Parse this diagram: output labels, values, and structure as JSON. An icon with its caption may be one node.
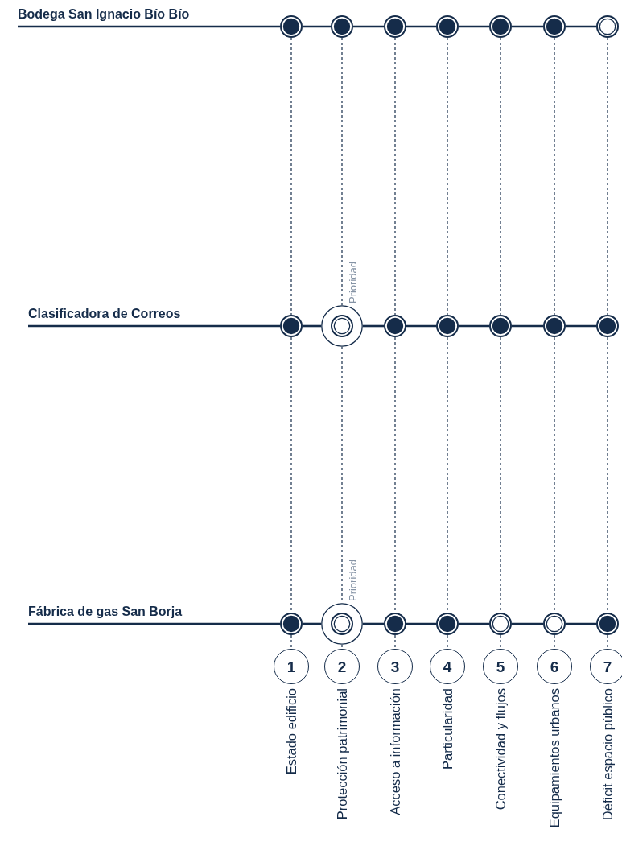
{
  "diagram": {
    "nodes": [
      {
        "text": [
          "Bodega San Ignacio Bío Bío"
        ]
      },
      {
        "text": [],
        "shape": "dot"
      },
      {
        "text": [],
        "shape": "dot"
      },
      {
        "text": [],
        "shape": "dot"
      },
      {
        "text": [],
        "shape": "dot"
      },
      {
        "text": [],
        "shape": "dot"
      },
      {
        "text": [],
        "shape": "dot"
      },
      {
        "text": [],
        "shape": "circle"
      },
      {
        "text": [
          "Clasificadora de Correos"
        ]
      },
      {
        "text": [],
        "shape": "dot"
      },
      {
        "text": [],
        "shape": "double-circle",
        "beside": [
          "Prioridad"
        ]
      },
      {
        "text": [],
        "shape": "dot"
      },
      {
        "text": [],
        "shape": "dot"
      },
      {
        "text": [],
        "shape": "dot"
      },
      {
        "text": [],
        "shape": "dot"
      },
      {
        "text": [],
        "shape": "dot"
      },
      {
        "text": [
          "Fábrica de gas San Borja"
        ]
      },
      {
        "text": [],
        "shape": "dot"
      },
      {
        "text": [],
        "shape": "double-circle",
        "beside": [
          "Prioridad"
        ]
      },
      {
        "text": [],
        "shape": "dot"
      },
      {
        "text": [],
        "shape": "dot"
      },
      {
        "text": [],
        "shape": "circle"
      },
      {
        "text": [],
        "shape": "circle"
      },
      {
        "text": [],
        "shape": "dot"
      },
      {
        "text": [
          "1"
        ],
        "beside": [
          "Estado edificio"
        ]
      },
      {
        "text": [
          "2"
        ],
        "beside": [
          "Protección patrimonial"
        ]
      },
      {
        "text": [
          "3"
        ],
        "beside": [
          "Acceso a información"
        ]
      },
      {
        "text": [
          "4"
        ],
        "beside": [
          "Particularidad"
        ]
      },
      {
        "text": [
          "5"
        ],
        "beside": [
          "Conectividad y flujos"
        ]
      },
      {
        "text": [
          "6"
        ],
        "beside": [
          "Equipamientos urbanos"
        ]
      },
      {
        "text": [
          "7"
        ],
        "beside": [
          "Déficit espacio público"
        ]
      }
    ],
    "edges": [
      {
        "from": 0,
        "to": 1,
        "arrow": "none"
      },
      {
        "from": 1,
        "to": 2,
        "arrow": "none"
      },
      {
        "from": 2,
        "to": 3,
        "arrow": "none"
      },
      {
        "from": 3,
        "to": 4,
        "arrow": "none"
      },
      {
        "from": 4,
        "to": 5,
        "arrow": "none"
      },
      {
        "from": 5,
        "to": 6,
        "arrow": "none"
      },
      {
        "from": 6,
        "to": 7,
        "arrow": "none"
      },
      {
        "from": 8,
        "to": 9,
        "arrow": "none"
      },
      {
        "from": 9,
        "to": 10,
        "arrow": "none"
      },
      {
        "from": 10,
        "to": 11,
        "arrow": "none"
      },
      {
        "from": 11,
        "to": 12,
        "arrow": "none"
      },
      {
        "from": 12,
        "to": 13,
        "arrow": "none"
      },
      {
        "from": 13,
        "to": 14,
        "arrow": "none"
      },
      {
        "from": 14,
        "to": 15,
        "arrow": "none"
      },
      {
        "from": 16,
        "to": 17,
        "arrow": "none"
      },
      {
        "from": 17,
        "to": 18,
        "arrow": "none"
      },
      {
        "from": 18,
        "to": 19,
        "arrow": "none"
      },
      {
        "from": 19,
        "to": 20,
        "arrow": "none"
      },
      {
        "from": 20,
        "to": 21,
        "arrow": "none"
      },
      {
        "from": 21,
        "to": 22,
        "arrow": "none"
      },
      {
        "from": 22,
        "to": 23,
        "arrow": "none"
      },
      {
        "from": 1,
        "to": 9,
        "arrow": "none",
        "style": "dashed"
      },
      {
        "from": 2,
        "to": 10,
        "arrow": "none",
        "style": "dashed"
      },
      {
        "from": 3,
        "to": 11,
        "arrow": "none",
        "style": "dashed"
      },
      {
        "from": 4,
        "to": 12,
        "arrow": "none",
        "style": "dashed"
      },
      {
        "from": 5,
        "to": 13,
        "arrow": "none",
        "style": "dashed"
      },
      {
        "from": 6,
        "to": 14,
        "arrow": "none",
        "style": "dashed"
      },
      {
        "from": 7,
        "to": 15,
        "arrow": "none",
        "style": "dashed"
      },
      {
        "from": 9,
        "to": 17,
        "arrow": "none",
        "style": "dashed"
      },
      {
        "from": 10,
        "to": 18,
        "arrow": "none",
        "style": "dashed"
      },
      {
        "from": 11,
        "to": 19,
        "arrow": "none",
        "style": "dashed"
      },
      {
        "from": 12,
        "to": 20,
        "arrow": "none",
        "style": "dashed"
      },
      {
        "from": 13,
        "to": 21,
        "arrow": "none",
        "style": "dashed"
      },
      {
        "from": 14,
        "to": 22,
        "arrow": "none",
        "style": "dashed"
      },
      {
        "from": 15,
        "to": 23,
        "arrow": "none",
        "style": "dashed"
      },
      {
        "from": 17,
        "to": 24,
        "arrow": "none",
        "style": "dashed"
      },
      {
        "from": 18,
        "to": 25,
        "arrow": "none",
        "style": "dashed"
      },
      {
        "from": 19,
        "to": 26,
        "arrow": "none",
        "style": "dashed"
      },
      {
        "from": 20,
        "to": 27,
        "arrow": "none",
        "style": "dashed"
      },
      {
        "from": 21,
        "to": 28,
        "arrow": "none",
        "style": "dashed"
      },
      {
        "from": 22,
        "to": 29,
        "arrow": "none",
        "style": "dashed"
      },
      {
        "from": 23,
        "to": 30,
        "arrow": "none",
        "style": "dashed"
      }
    ]
  }
}
